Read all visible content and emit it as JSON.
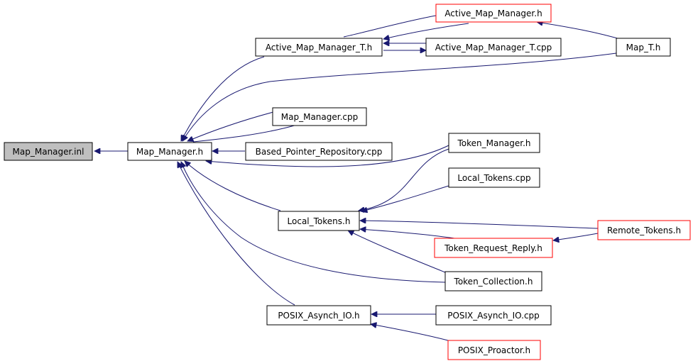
{
  "colors": {
    "edge": "#191970",
    "normal_border": "#000000",
    "highlight_border": "#ff0000",
    "current_fill": "#bfbfbf"
  },
  "nodes": {
    "map_manager_inl": "Map_Manager.inl",
    "map_manager_h": "Map_Manager.h",
    "active_map_manager_t_h": "Active_Map_Manager_T.h",
    "active_map_manager_h": "Active_Map_Manager.h",
    "active_map_manager_t_cpp": "Active_Map_Manager_T.cpp",
    "map_t_h": "Map_T.h",
    "map_manager_cpp": "Map_Manager.cpp",
    "based_pointer_repository_cpp": "Based_Pointer_Repository.cpp",
    "token_manager_h": "Token_Manager.h",
    "local_tokens_cpp": "Local_Tokens.cpp",
    "local_tokens_h": "Local_Tokens.h",
    "remote_tokens_h": "Remote_Tokens.h",
    "token_request_reply_h": "Token_Request_Reply.h",
    "token_collection_h": "Token_Collection.h",
    "posix_asynch_io_h": "POSIX_Asynch_IO.h",
    "posix_asynch_io_cpp": "POSIX_Asynch_IO.cpp",
    "posix_proactor_h": "POSIX_Proactor.h"
  }
}
